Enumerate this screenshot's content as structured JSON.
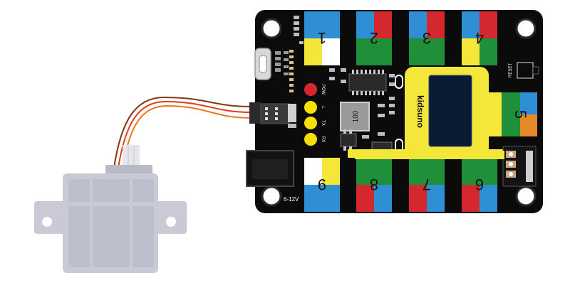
{
  "board": {
    "brand": "kidsuno",
    "ports_top": [
      "1",
      "2",
      "3",
      "4"
    ],
    "ports_bottom": [
      "9",
      "8",
      "7",
      "6"
    ],
    "port_right": "5",
    "leds": [
      "POW",
      "L",
      "TX",
      "RX"
    ],
    "reset_label": "RESET",
    "inductor_label": "100",
    "power_label": "6-12V"
  },
  "colors": {
    "board": "#0b0b0b",
    "blue": "#2f8fd4",
    "yellow": "#f5e63a",
    "green": "#1f8f3a",
    "red": "#d5282e",
    "orange": "#e5892a",
    "white": "#ffffff",
    "servo": "#c9cad6",
    "wire_brown": "#7a3b12",
    "wire_red": "#e23a18",
    "wire_orange": "#e8781e"
  }
}
